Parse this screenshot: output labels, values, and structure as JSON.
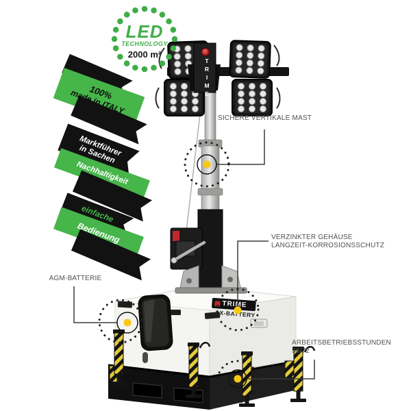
{
  "badge": {
    "title": "LED",
    "subtitle": "TECHNOLOGY",
    "coverage": "2000 m²"
  },
  "ribbons": [
    {
      "line1": "100%",
      "line2": "made in ITALY"
    },
    {
      "line1": "Marktführer",
      "line2": "in Sachen",
      "line3": "Nachhaltigkeit"
    },
    {
      "line1": "einfache",
      "line2": "Bedienung"
    }
  ],
  "callouts": {
    "mast": {
      "label": "SICHERE VERTIKALE MAST"
    },
    "housing": {
      "label_line1": "VERZINKTER GEHÄUSE",
      "label_line2": "LANGZEIT-KORROSIONSSCHUTZ"
    },
    "battery": {
      "label": "AGM-BATTERIE"
    },
    "hours": {
      "label_line1": "ARBEITSBETRIEBSSTUNDEN",
      "label_line2": "36/72"
    }
  },
  "product": {
    "mast_brand": "TRIME",
    "body_brand": "TRIME",
    "body_model": "X-BATTERY"
  },
  "colors": {
    "green": "#46b54a",
    "marker_yellow": "#f9c813",
    "ribbon_black": "#121212"
  }
}
